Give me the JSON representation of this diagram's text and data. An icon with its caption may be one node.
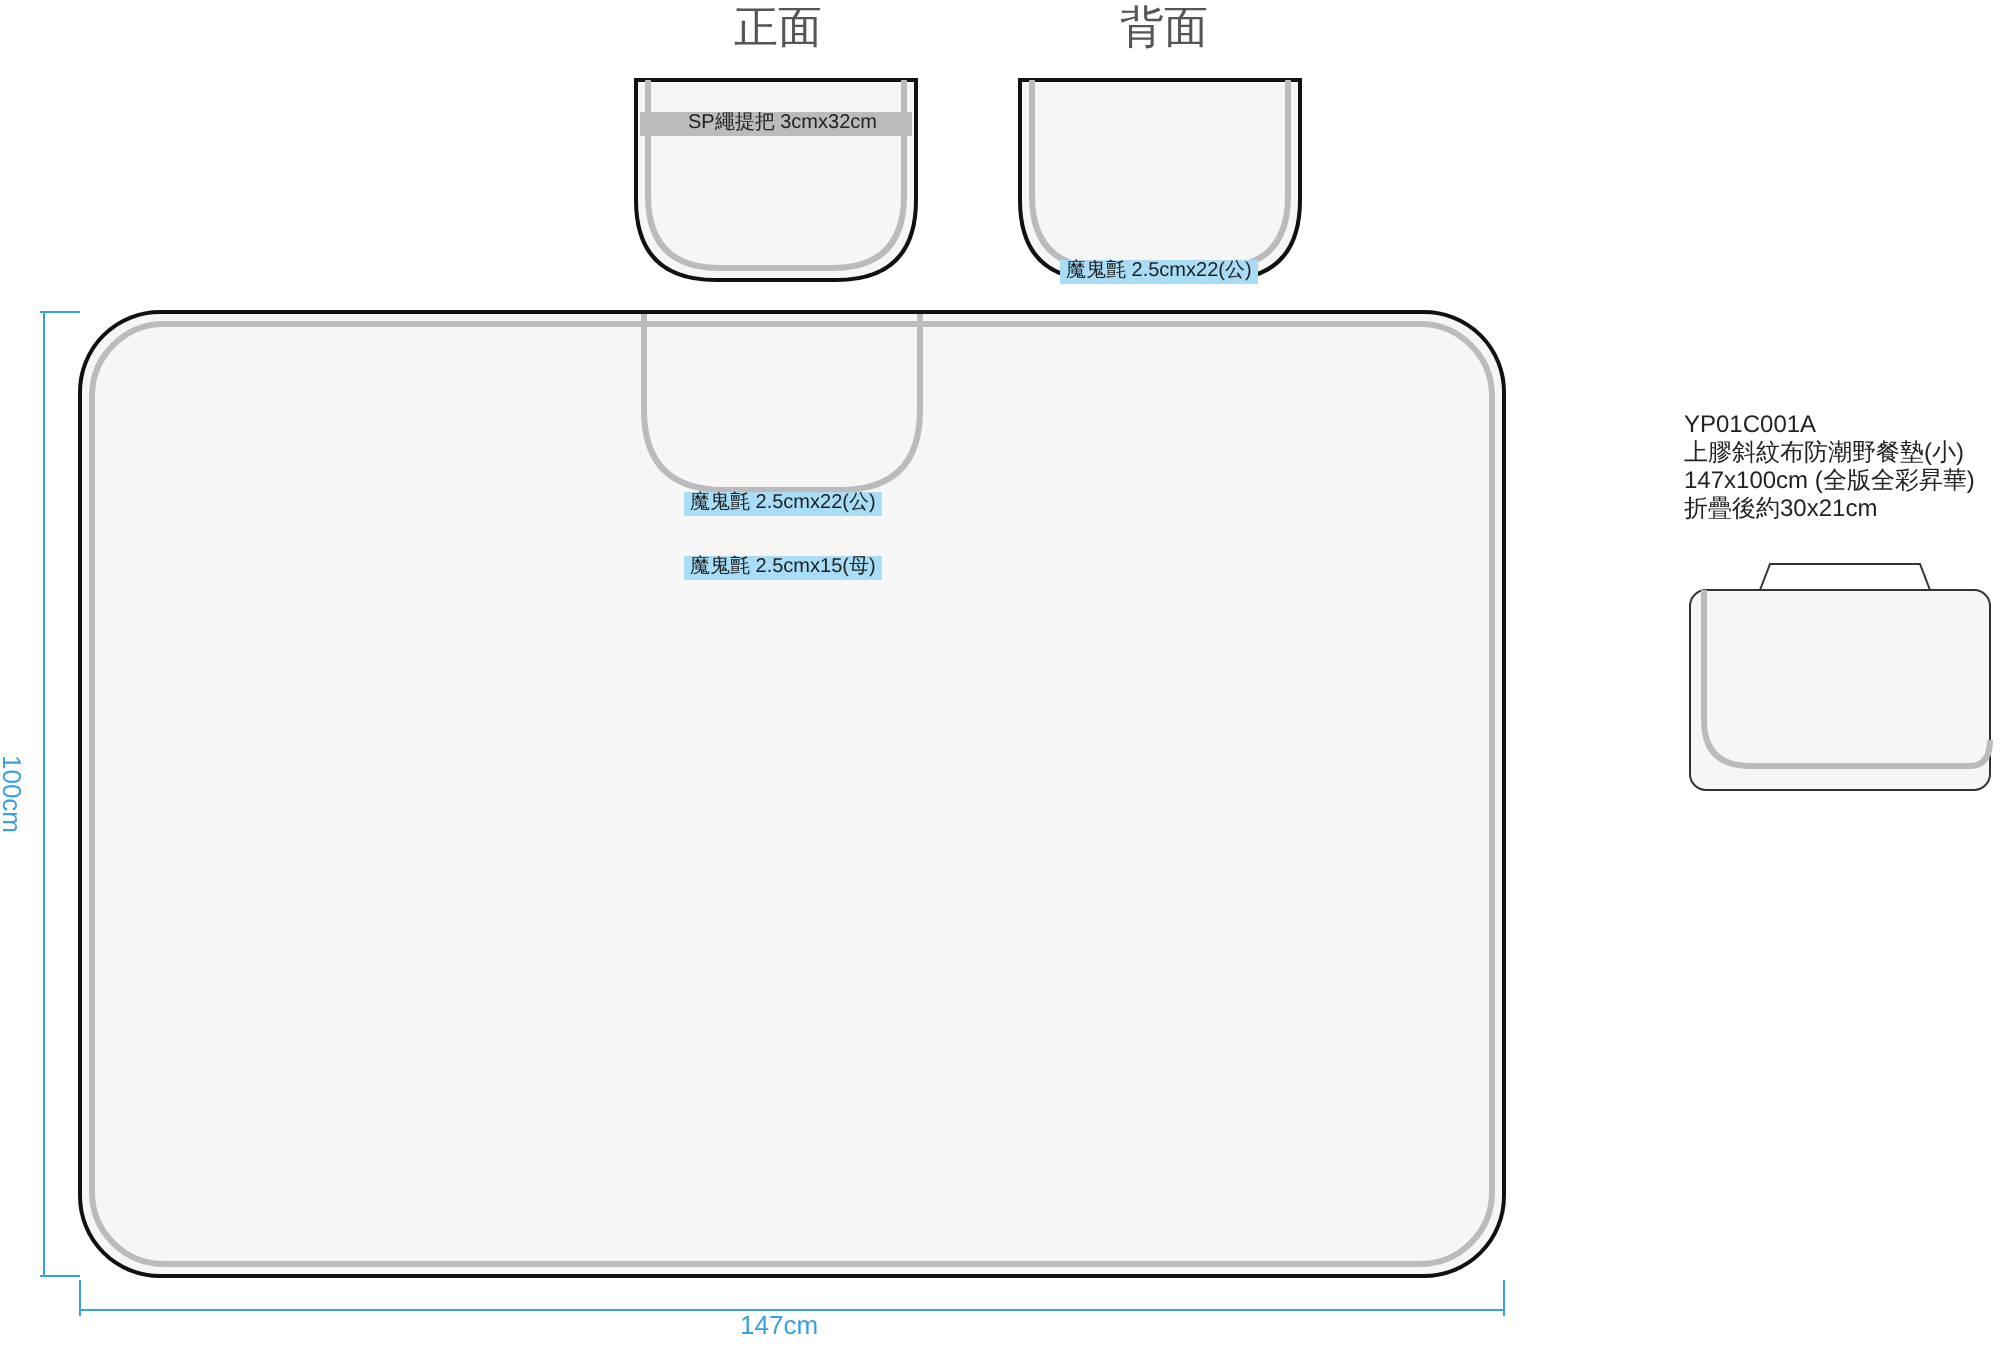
{
  "diagram": {
    "labels": [
      "正面",
      "背面",
      "SP繩提把 3cmx32cm",
      "魔鬼氈 2.5cmx22(公)",
      "魔鬼氈 2.5cmx22(公)",
      "魔鬼氈 2.5cmx15(母)",
      "YP01C001A",
      "上膠斜紋布防潮野餐墊(小)",
      "147x100cm (全版全彩昇華)",
      "折疊後約30x21cm",
      "100cm",
      "147cm"
    ]
  }
}
